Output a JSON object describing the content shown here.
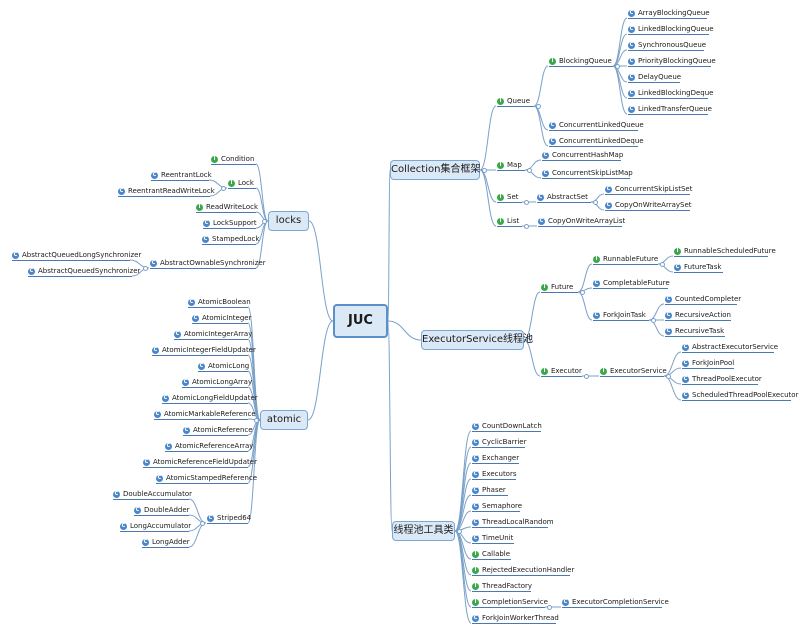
{
  "root": {
    "label": "JUC"
  },
  "icons": {
    "class": "C",
    "interface": "I"
  },
  "colors": {
    "topic_fill": "#dbe8f6",
    "topic_border": "#7aa6d6",
    "link": "#7aa0c8",
    "underline": "#4a78b0",
    "class_icon": "#4a86c8",
    "interface_icon": "#3aa84a"
  },
  "branches": {
    "collection": {
      "label": "Collection集合框架"
    },
    "executor": {
      "label": "ExecutorService线程池"
    },
    "tools": {
      "label": "线程池工具类"
    },
    "locks": {
      "label": "locks"
    },
    "atomic": {
      "label": "atomic"
    }
  },
  "nodes": {
    "queue": "Queue",
    "blockingqueue": "BlockingQueue",
    "arrayblockingqueue": "ArrayBlockingQueue",
    "linkedblockingqueue": "LinkedBlockingQueue",
    "synchronousqueue": "SynchronousQueue",
    "priorityblockingqueue": "PriorityBlockingQueue",
    "delayqueue": "DelayQueue",
    "linkedblockingdeque": "LinkedBlockingDeque",
    "linkedtransferqueue": "LinkedTransferQueue",
    "concurrentlinkedqueue": "ConcurrentLinkedQueue",
    "concurrentlinkeddeque": "ConcurrentLinkedDeque",
    "map": "Map",
    "concurrenthashmap": "ConcurrentHashMap",
    "concurrentskiplistmap": "ConcurrentSkipListMap",
    "set": "Set",
    "abstractset": "AbstractSet",
    "concurrentskiplistset": "ConcurrentSkipListSet",
    "copyonwritearrayset": "CopyOnWriteArraySet",
    "list": "List",
    "copyonwritearraylist": "CopyOnWriteArrayList",
    "future": "Future",
    "runnablefuture": "RunnableFuture",
    "runnablescheduledfuture": "RunnableScheduledFuture",
    "futuretask": "FutureTask",
    "completablefuture": "CompletableFuture",
    "forkjointask": "ForkJoinTask",
    "countedcompleter": "CountedCompleter",
    "recursiveaction": "RecursiveAction",
    "recursivetask": "RecursiveTask",
    "executor": "Executor",
    "executorservice": "ExecutorService",
    "abstractexecutorservice": "AbstractExecutorService",
    "forkjoinpool": "ForkJoinPool",
    "threadpoolexecutor": "ThreadPoolExecutor",
    "scheduledthreadpoolexecutor": "ScheduledThreadPoolExecutor",
    "countdownlatch": "CountDownLatch",
    "cyclicbarrier": "CyclicBarrier",
    "exchanger": "Exchanger",
    "executors": "Executors",
    "phaser": "Phaser",
    "semaphore": "Semaphore",
    "threadlocalrandom": "ThreadLocalRandom",
    "timeunit": "TimeUnit",
    "callable": "Callable",
    "rejectedexecutionhandler": "RejectedExecutionHandler",
    "threadfactory": "ThreadFactory",
    "completionservice": "CompletionService",
    "executorcompletionservice": "ExecutorCompletionService",
    "forkjoinworkerthread": "ForkJoinWorkerThread",
    "condition": "Condition",
    "lock": "Lock",
    "reentrantlock": "ReentrantLock",
    "reentrantreadwritelock": "ReentrantReadWriteLock",
    "readwritelock": "ReadWriteLock",
    "locksupport": "LockSupport",
    "stampedlock": "StampedLock",
    "abstractownablesynchronizer": "AbstractOwnableSynchronizer",
    "abstractqueuedlongsynchronizer": "AbstractQueuedLongSynchronizer",
    "abstractqueuedsynchronizer": "AbstractQueuedSynchronizer",
    "atomicboolean": "AtomicBoolean",
    "atomicinteger": "AtomicInteger",
    "atomicintegerarray": "AtomicIntegerArray",
    "atomicintegerfieldupdater": "AtomicIntegerFieldUpdater",
    "atomiclong": "AtomicLong",
    "atomiclongarray": "AtomicLongArray",
    "atomiclongfieldupdater": "AtomicLongFieldUpdater",
    "atomicmarkablereference": "AtomicMarkableReference",
    "atomicreference": "AtomicReference",
    "atomicreferencearray": "AtomicReferenceArray",
    "atomicreferencefieldupdater": "AtomicReferenceFieldUpdater",
    "atomicstampedreference": "AtomicStampedReference",
    "striped64": "Striped64",
    "doubleaccumulator": "DoubleAccumulator",
    "doubleadder": "DoubleAdder",
    "longaccumulator": "LongAccumulator",
    "longadder": "LongAdder"
  }
}
